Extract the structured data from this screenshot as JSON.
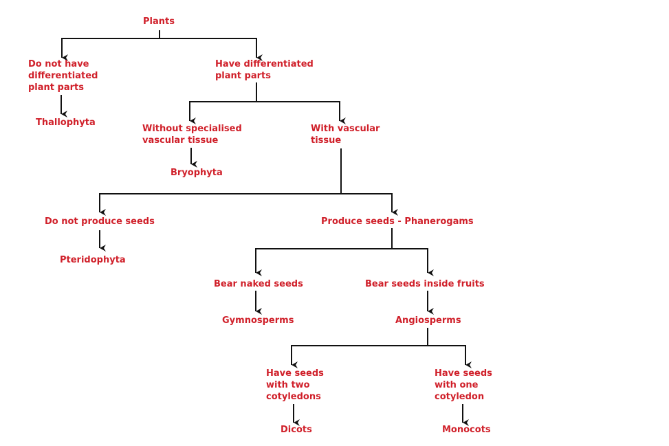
{
  "title": "Plants",
  "colors": {
    "text": "#d0202a",
    "connector": "#111111",
    "background": "#ffffff"
  },
  "nodes": {
    "plants": {
      "lines": [
        "Plants"
      ]
    },
    "no_diff": {
      "lines": [
        "Do not have",
        "differentiated",
        "plant parts"
      ]
    },
    "thallophyta": {
      "lines": [
        "Thallophyta"
      ]
    },
    "have_diff": {
      "lines": [
        "Have differentiated",
        "plant parts"
      ]
    },
    "without_vascular": {
      "lines": [
        "Without specialised",
        "vascular tissue"
      ]
    },
    "bryophyta": {
      "lines": [
        "Bryophyta"
      ]
    },
    "with_vascular": {
      "lines": [
        "With vascular",
        "tissue"
      ]
    },
    "no_seeds": {
      "lines": [
        "Do not produce seeds"
      ]
    },
    "pteridophyta": {
      "lines": [
        "Pteridophyta"
      ]
    },
    "seeds": {
      "lines": [
        "Produce seeds - Phanerogams"
      ]
    },
    "naked_seeds": {
      "lines": [
        "Bear naked seeds"
      ]
    },
    "gymnosperms": {
      "lines": [
        "Gymnosperms"
      ]
    },
    "seeds_fruits": {
      "lines": [
        "Bear seeds inside fruits"
      ]
    },
    "angiosperms": {
      "lines": [
        "Angiosperms"
      ]
    },
    "two_cotyledons": {
      "lines": [
        "Have seeds",
        "with two",
        "cotyledons"
      ]
    },
    "dicots": {
      "lines": [
        "Dicots"
      ]
    },
    "one_cotyledon": {
      "lines": [
        "Have seeds",
        "with one",
        "cotyledon"
      ]
    },
    "monocots": {
      "lines": [
        "Monocots"
      ]
    }
  },
  "edges": [
    {
      "from": "plants",
      "to": "no_diff"
    },
    {
      "from": "plants",
      "to": "have_diff"
    },
    {
      "from": "no_diff",
      "to": "thallophyta"
    },
    {
      "from": "have_diff",
      "to": "without_vascular"
    },
    {
      "from": "have_diff",
      "to": "with_vascular"
    },
    {
      "from": "without_vascular",
      "to": "bryophyta"
    },
    {
      "from": "with_vascular",
      "to": "no_seeds"
    },
    {
      "from": "with_vascular",
      "to": "seeds"
    },
    {
      "from": "no_seeds",
      "to": "pteridophyta"
    },
    {
      "from": "seeds",
      "to": "naked_seeds"
    },
    {
      "from": "seeds",
      "to": "seeds_fruits"
    },
    {
      "from": "naked_seeds",
      "to": "gymnosperms"
    },
    {
      "from": "seeds_fruits",
      "to": "angiosperms"
    },
    {
      "from": "angiosperms",
      "to": "two_cotyledons"
    },
    {
      "from": "angiosperms",
      "to": "one_cotyledon"
    },
    {
      "from": "two_cotyledons",
      "to": "dicots"
    },
    {
      "from": "one_cotyledon",
      "to": "monocots"
    }
  ]
}
